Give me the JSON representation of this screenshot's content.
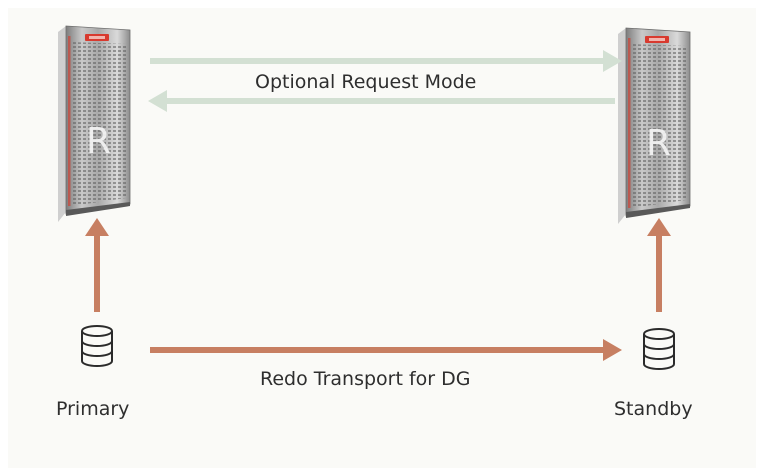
{
  "diagram": {
    "request_label": "Optional Request Mode",
    "redo_label": "Redo Transport for DG",
    "primary_label": "Primary",
    "standby_label": "Standby",
    "rack_letter": "R",
    "colors": {
      "request_arrow": "#d3e0d3",
      "redo_arrow": "#c77f62",
      "background": "#fafaf7",
      "rack_badge": "#d83a2f"
    },
    "icons": [
      "recovery-appliance-rack-icon",
      "database-icon"
    ]
  }
}
